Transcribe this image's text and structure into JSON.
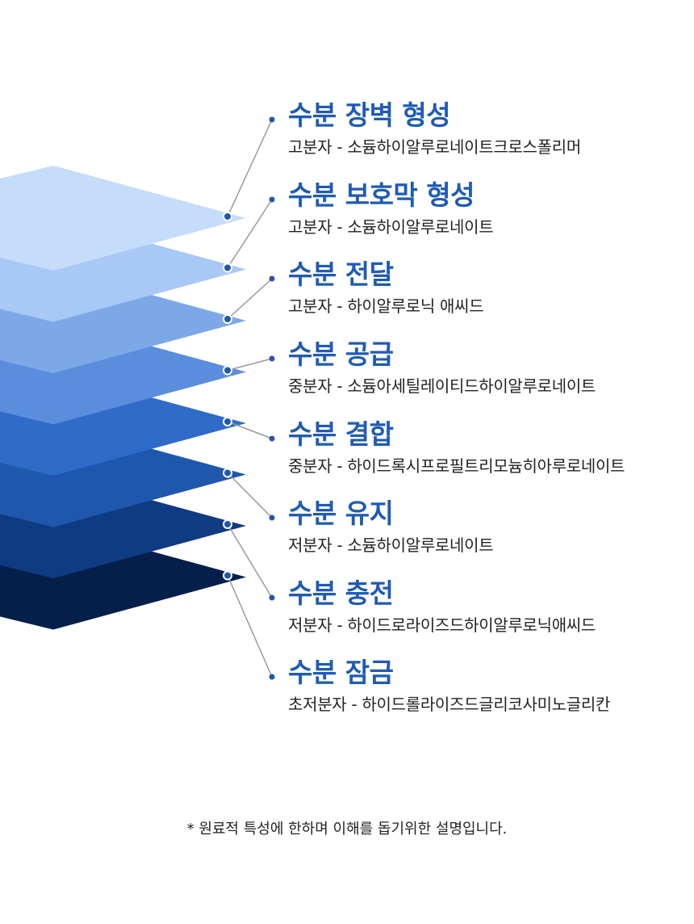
{
  "layers": [
    {
      "title": "수분 장벽 형성",
      "desc": "고분자 - 소듐하이알루로네이트크로스폴리머",
      "color": "#c6dcfb"
    },
    {
      "title": "수분 보호막 형성",
      "desc": "고분자 - 소듐하이알루로네이트",
      "color": "#a8c8f5"
    },
    {
      "title": "수분 전달",
      "desc": "고분자 - 하이알루로닉 애씨드",
      "color": "#7da8e8"
    },
    {
      "title": "수분 공급",
      "desc": "중분자 - 소듐아세틸레이티드하이알루로네이트",
      "color": "#5a8ddc"
    },
    {
      "title": "수분 결합",
      "desc": "중분자 - 하이드록시프로필트리모늄히아루로네이트",
      "color": "#2f6bc9"
    },
    {
      "title": "수분 유지",
      "desc": "저분자 - 소듐하이알루로네이트",
      "color": "#1f57ad"
    },
    {
      "title": "수분 충전",
      "desc": "저분자 - 하이드로라이즈드하이알루로닉애씨드",
      "color": "#0f3b82"
    },
    {
      "title": "수분 잠금",
      "desc": "초저분자 - 하이드롤라이즈드글리코사미노글리칸",
      "color": "#051e4a"
    }
  ],
  "colors": {
    "title": "#1f5bb5",
    "connector": "#999999",
    "dot": "#1f57ad"
  },
  "footnote": "* 원료적 특성에 한하며 이해를 돕기위한 설명입니다."
}
